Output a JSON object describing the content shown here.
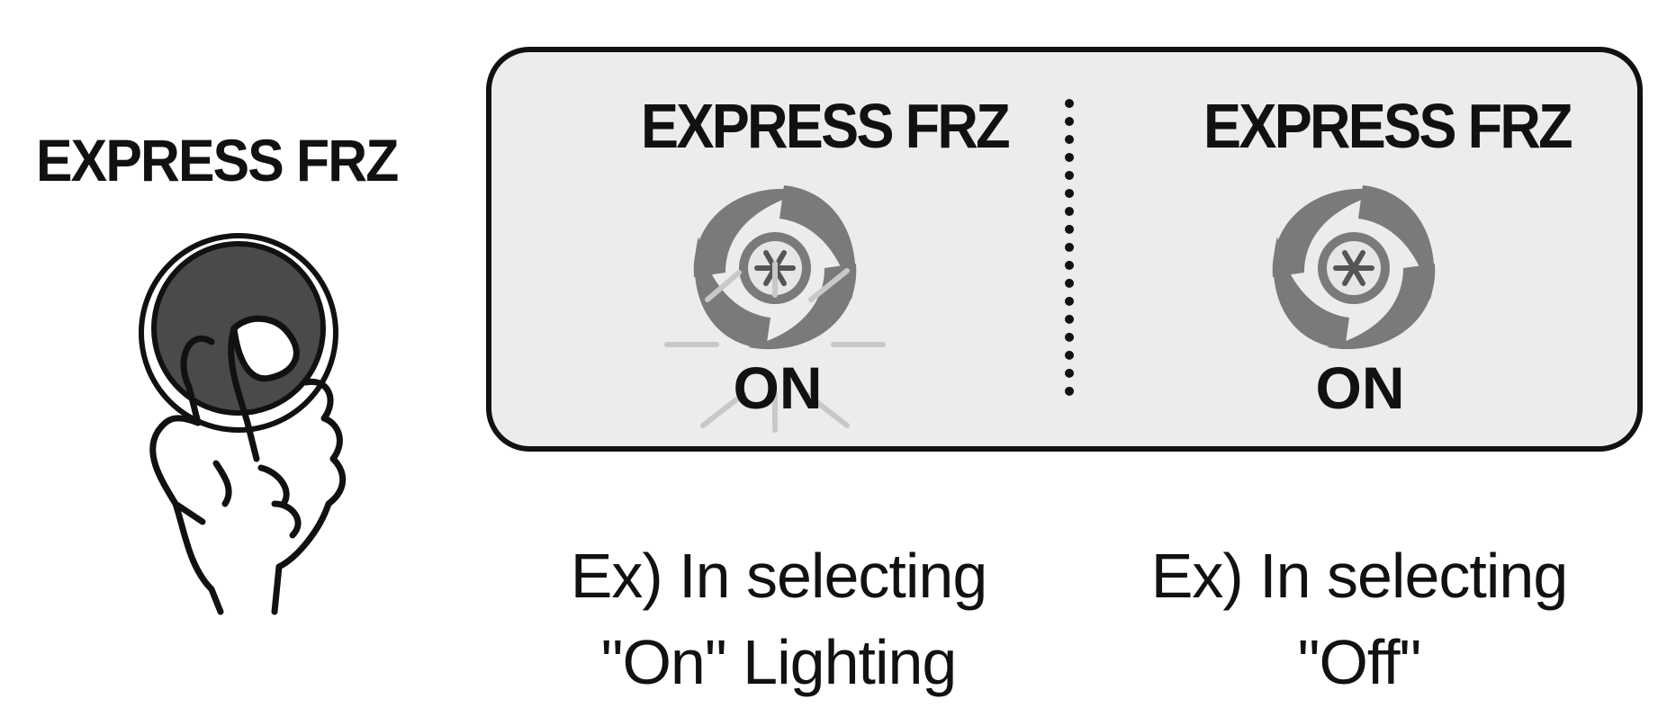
{
  "button": {
    "label": "EXPRESS FRZ"
  },
  "panel": {
    "left": {
      "title": "EXPRESS FRZ",
      "status": "ON"
    },
    "right": {
      "title": "EXPRESS FRZ",
      "status": "ON"
    }
  },
  "captions": {
    "left_line1": "Ex) In selecting",
    "left_line2": "\"On\" Lighting",
    "right_line1": "Ex) In selecting",
    "right_line2": "\"Off\""
  },
  "colors": {
    "panel_bg": "#ececec",
    "icon": "#7a7a7a",
    "button": "#4a4a4a",
    "rays": "#c8c8c8"
  },
  "icons": [
    "hand-press-icon",
    "express-freeze-fan-icon",
    "snowflake-icon"
  ]
}
